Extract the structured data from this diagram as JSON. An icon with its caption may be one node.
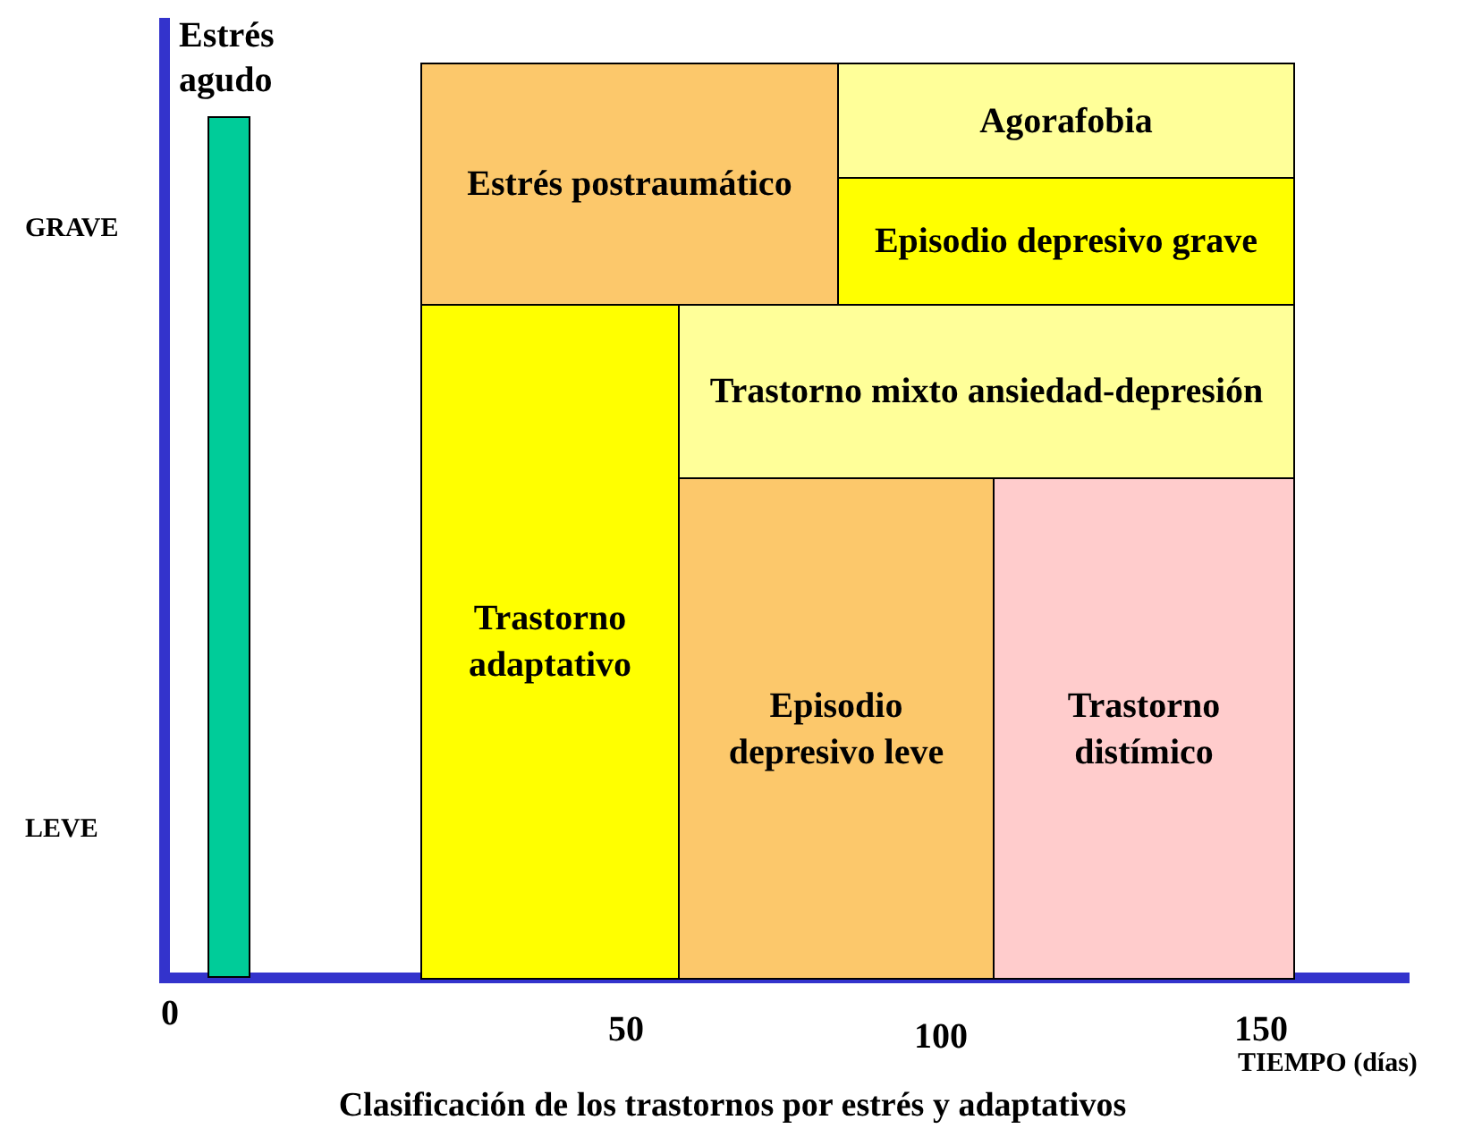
{
  "diagram": {
    "caption": "Clasificación de los trastornos por estrés y adaptativos",
    "nodes": [
      {
        "text": [
          "Estrés agudo"
        ]
      },
      {
        "text": [
          "Estrés postraumático"
        ]
      },
      {
        "text": [
          "Agorafobia"
        ]
      },
      {
        "text": [
          "Episodio depresivo grave"
        ]
      },
      {
        "text": [
          "Trastorno adaptativo"
        ]
      },
      {
        "text": [
          "Trastorno mixto ansiedad-depresión"
        ]
      },
      {
        "text": [
          "Episodio depresivo leve"
        ]
      },
      {
        "text": [
          "Trastorno distímico"
        ]
      }
    ],
    "labels": [
      "GRAVE",
      "LEVE",
      "0",
      "50",
      "100",
      "150",
      "TIEMPO (días)"
    ]
  }
}
